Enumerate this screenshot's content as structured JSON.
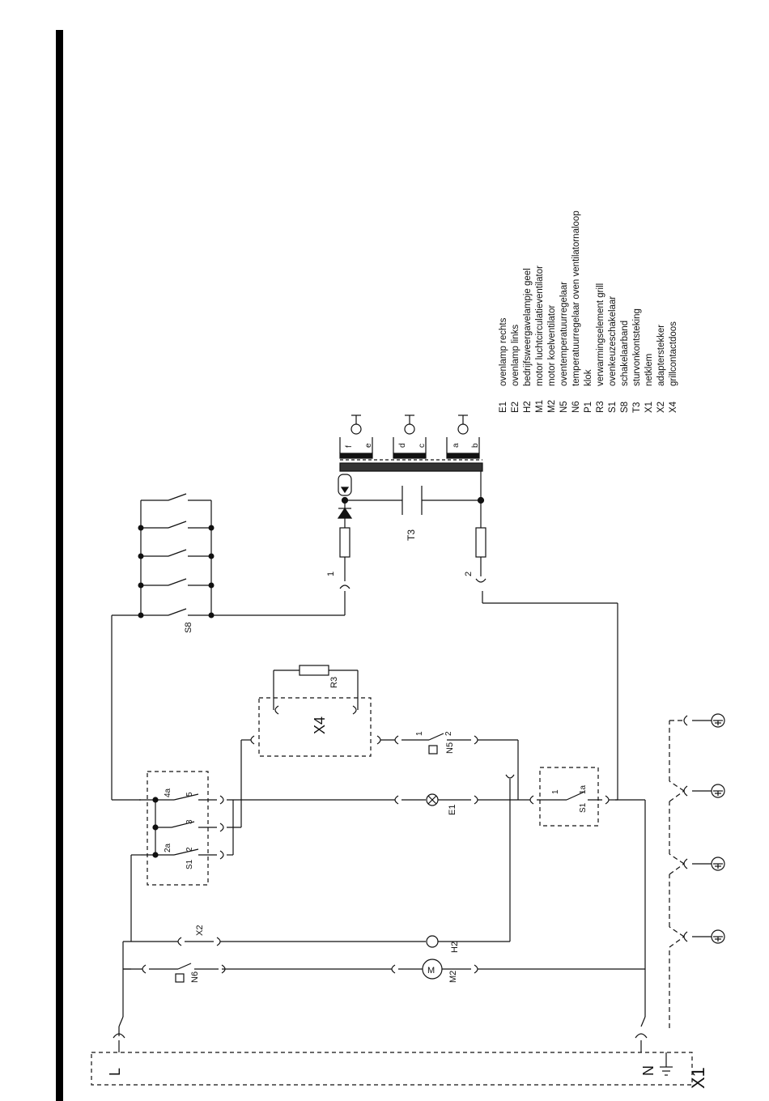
{
  "legend": [
    {
      "code": "E1",
      "label": "ovenlamp rechts"
    },
    {
      "code": "E2",
      "label": "ovenlamp links"
    },
    {
      "code": "H2",
      "label": "bedrijfsweergavelampje geel"
    },
    {
      "code": "M1",
      "label": "motor luchtcirculatieventilator"
    },
    {
      "code": "M2",
      "label": "motor koelventilator"
    },
    {
      "code": "N5",
      "label": "oventemperatuurregelaar"
    },
    {
      "code": "N6",
      "label": "temperatuurregelaar oven ventilatornaloop"
    },
    {
      "code": "P1",
      "label": "klok"
    },
    {
      "code": "R3",
      "label": "verwarmingselement grill"
    },
    {
      "code": "S1",
      "label": "ovenkeuzeschakelaar"
    },
    {
      "code": "S8",
      "label": "schakelaarband"
    },
    {
      "code": "T3",
      "label": "sturvonkontsteking"
    },
    {
      "code": "X1",
      "label": "netklem"
    },
    {
      "code": "X2",
      "label": "adapterstekker"
    },
    {
      "code": "X4",
      "label": "grillcontactdoos"
    }
  ],
  "diagram": {
    "x1": "X1",
    "terminal_l": "L",
    "terminal_n": "N",
    "x4": "X4",
    "r3": "R3",
    "s8": "S8",
    "t3": "T3",
    "e1": "E1",
    "h2": "H2",
    "m2": "M2",
    "n6": "N6",
    "n5": "N5",
    "x2": "X2",
    "s1_left": "S1",
    "s1_right": "S1",
    "s1_4a": "4a",
    "s1_5": "5",
    "s1_3": "3",
    "s1_2a": "2a",
    "s1_2": "2",
    "s1_1": "1",
    "s1_1a": "1a",
    "n5_1": "1",
    "n5_2": "2",
    "t3_1": "1",
    "t3_2": "2",
    "elec_a": "a",
    "elec_b": "b",
    "elec_c": "c",
    "elec_d": "d",
    "elec_e": "e",
    "elec_f": "f"
  }
}
